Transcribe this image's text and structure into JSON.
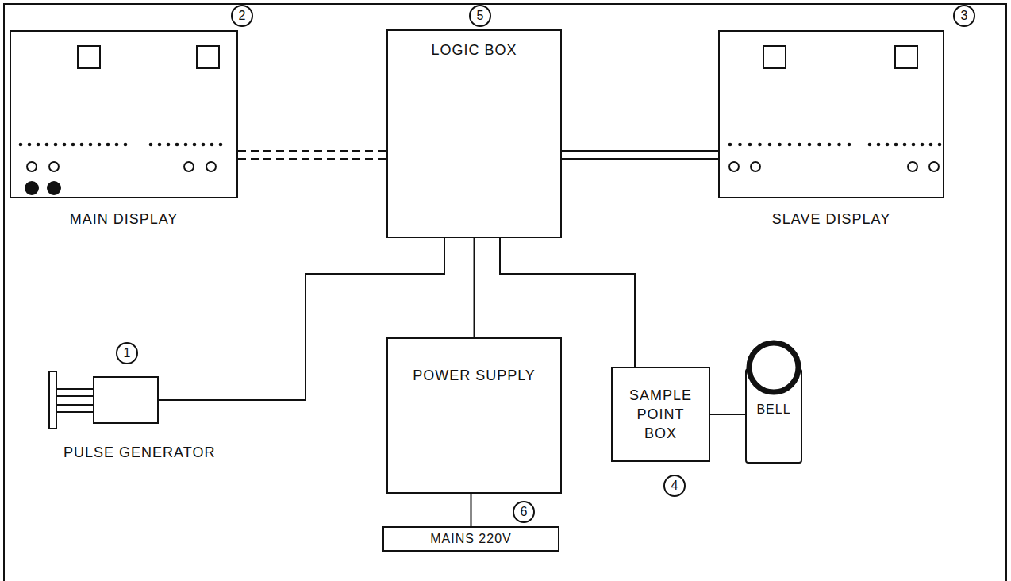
{
  "diagram": {
    "nodes": [
      {
        "text": [
          "MAIN DISPLAY"
        ]
      },
      {
        "text": [
          "LOGIC BOX"
        ]
      },
      {
        "text": [
          "SLAVE DISPLAY"
        ]
      },
      {
        "text": [
          "PULSE GENERATOR"
        ]
      },
      {
        "text": [
          "POWER SUPPLY"
        ]
      },
      {
        "text": [
          "SAMPLE POINT BOX"
        ]
      },
      {
        "text": [
          "BELL"
        ]
      },
      {
        "text": [
          "MAINS 220V"
        ]
      }
    ],
    "edges": [
      {
        "from": 0,
        "to": 1,
        "arrow": "none"
      },
      {
        "from": 1,
        "to": 2,
        "arrow": "none"
      },
      {
        "from": 3,
        "to": 1,
        "arrow": "none"
      },
      {
        "from": 1,
        "to": 4,
        "arrow": "none"
      },
      {
        "from": 1,
        "to": 5,
        "arrow": "none"
      },
      {
        "from": 5,
        "to": 6,
        "arrow": "none"
      },
      {
        "from": 4,
        "to": 7,
        "arrow": "none"
      }
    ],
    "labels": [
      "2",
      "5",
      "3",
      "1",
      "6",
      "4"
    ]
  }
}
